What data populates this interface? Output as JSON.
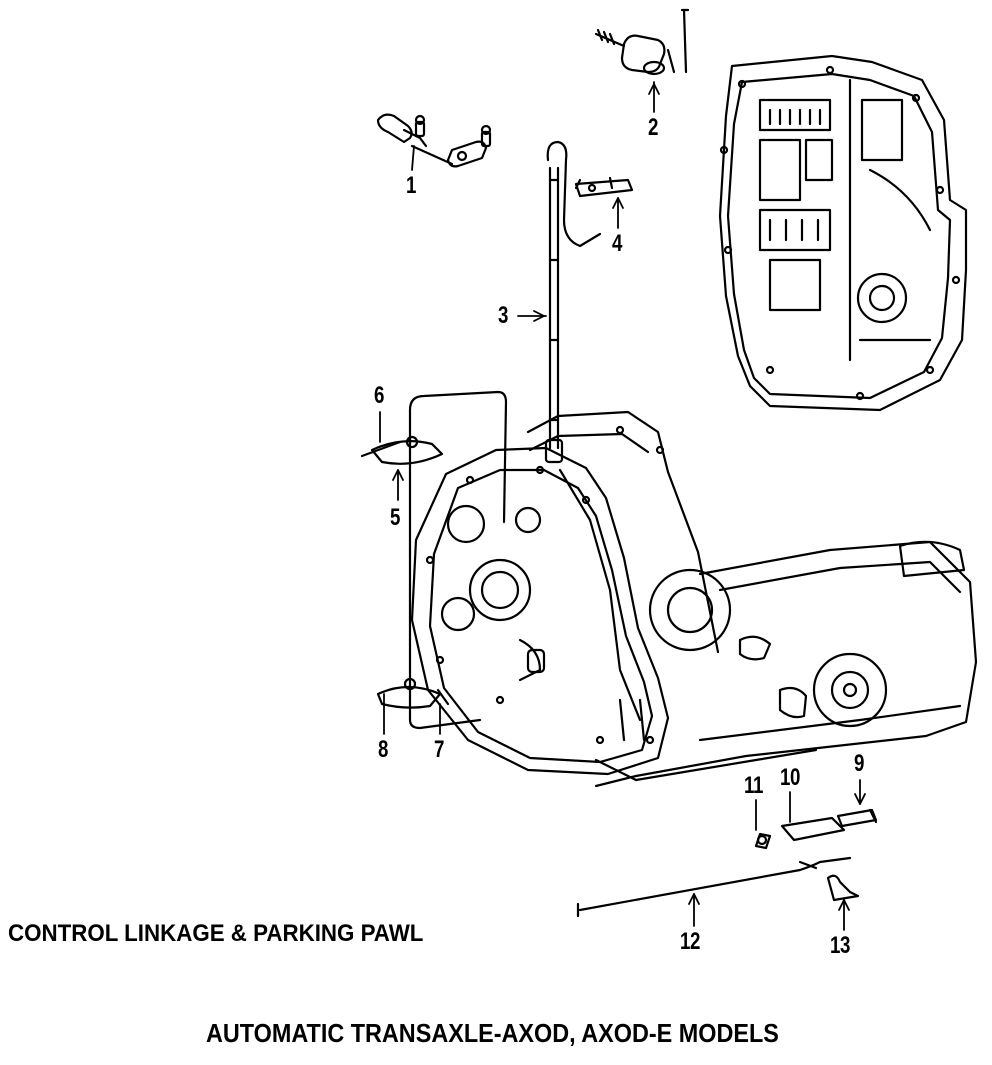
{
  "diagram": {
    "section_title": "CONTROL LINKAGE & PARKING PAWL",
    "main_title": "AUTOMATIC TRANSAXLE-AXOD, AXOD-E MODELS",
    "callouts": [
      "1",
      "2",
      "3",
      "4",
      "5",
      "6",
      "7",
      "8",
      "9",
      "10",
      "11",
      "12",
      "13"
    ]
  },
  "colors": {
    "ink": "#000000",
    "paper": "#ffffff"
  }
}
